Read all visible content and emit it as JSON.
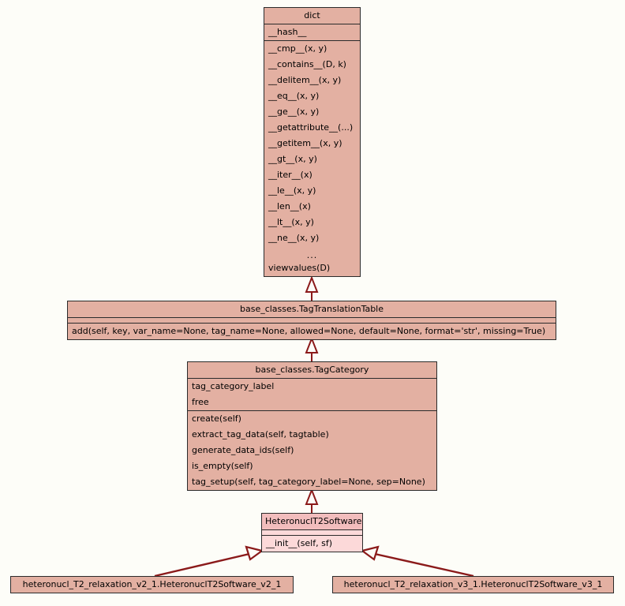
{
  "diagram": {
    "type": "uml-class-diagram",
    "title": "HeteronuclT2Software class hierarchy",
    "colors": {
      "background": "#fdfdf8",
      "class_fill": "#e3b0a2",
      "class_fill_light": "#fcd9d9",
      "class_header_light": "#f2bdbd",
      "border": "#2b2b2b",
      "edge": "#8b1a1a"
    },
    "classes": [
      {
        "id": "dict",
        "name": "dict",
        "attributes": [
          "__hash__"
        ],
        "methods": [
          "__cmp__(x, y)",
          "__contains__(D, k)",
          "__delitem__(x, y)",
          "__eq__(x, y)",
          "__ge__(x, y)",
          "__getattribute__(...)",
          "__getitem__(x, y)",
          "__gt__(x, y)",
          "__iter__(x)",
          "__le__(x, y)",
          "__len__(x)",
          "__lt__(x, y)",
          "__ne__(x, y)",
          "...",
          "viewvalues(D)"
        ]
      },
      {
        "id": "tagtranslationtable",
        "name": "base_classes.TagTranslationTable",
        "attributes": [],
        "methods": [
          "add(self, key, var_name=None, tag_name=None, allowed=None, default=None, format='str', missing=True)"
        ]
      },
      {
        "id": "tagcategory",
        "name": "base_classes.TagCategory",
        "attributes": [
          "tag_category_label",
          "free"
        ],
        "methods": [
          "create(self)",
          "extract_tag_data(self, tagtable)",
          "generate_data_ids(self)",
          "is_empty(self)",
          "tag_setup(self, tag_category_label=None, sep=None)"
        ]
      },
      {
        "id": "heteronuclt2software",
        "name": "HeteronuclT2Software",
        "attributes": [],
        "methods": [
          "__init__(self, sf)"
        ]
      },
      {
        "id": "v2_1",
        "name": "heteronucl_T2_relaxation_v2_1.HeteronuclT2Software_v2_1",
        "attributes": [],
        "methods": []
      },
      {
        "id": "v3_1",
        "name": "heteronucl_T2_relaxation_v3_1.HeteronuclT2Software_v3_1",
        "attributes": [],
        "methods": []
      }
    ],
    "edges": [
      {
        "from": "tagtranslationtable",
        "to": "dict",
        "kind": "inheritance"
      },
      {
        "from": "tagcategory",
        "to": "tagtranslationtable",
        "kind": "inheritance"
      },
      {
        "from": "heteronuclt2software",
        "to": "tagcategory",
        "kind": "inheritance"
      },
      {
        "from": "v2_1",
        "to": "heteronuclt2software",
        "kind": "inheritance"
      },
      {
        "from": "v3_1",
        "to": "heteronuclt2software",
        "kind": "inheritance"
      }
    ]
  }
}
